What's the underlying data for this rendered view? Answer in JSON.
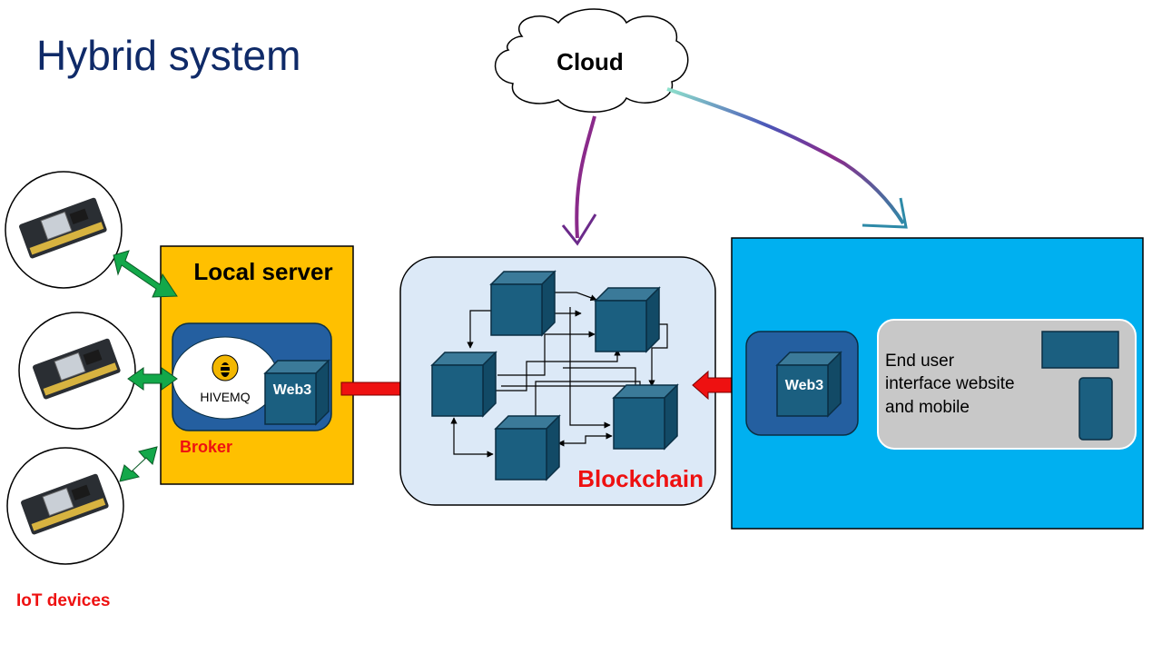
{
  "title": "Hybrid system",
  "cloud": {
    "label": "Cloud"
  },
  "local_server": {
    "label": "Local server",
    "broker_label": "Broker",
    "hivemq_label": "HIVEMQ",
    "web3_label": "Web3"
  },
  "blockchain": {
    "label": "Blockchain"
  },
  "user_side": {
    "web3_label": "Web3",
    "interface_lines": [
      "End user",
      "interface website",
      "and mobile"
    ]
  },
  "iot": {
    "label": "IoT devices"
  },
  "colors": {
    "title": "#0f2a68",
    "local_server_bg": "#ffc000",
    "blockchain_bg": "#dce9f7",
    "user_side_bg": "#00b0f0",
    "cube": "#1b5f80",
    "panel": "#245fa0",
    "green_arrow": "#13a84a",
    "red_arrow": "#ee1111"
  }
}
